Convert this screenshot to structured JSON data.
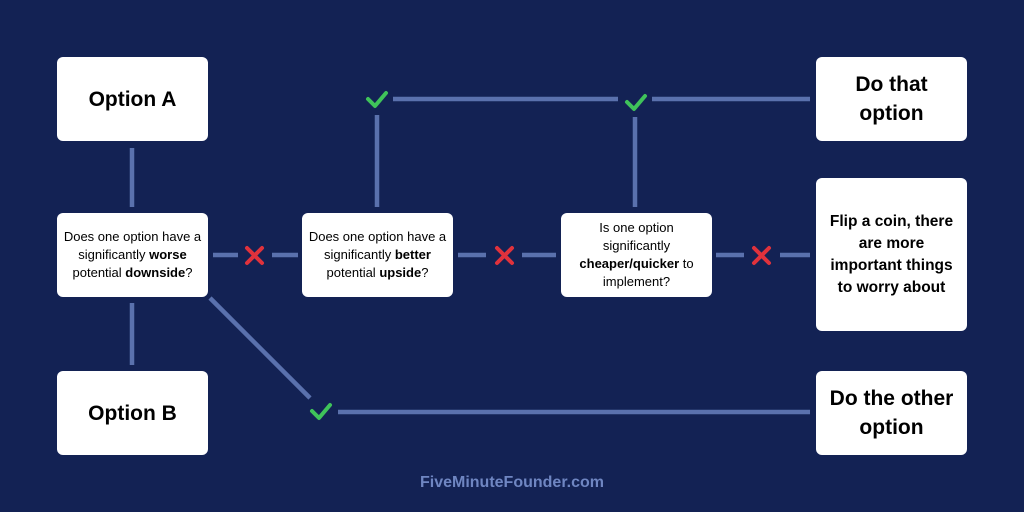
{
  "options": {
    "a": "Option A",
    "b": "Option B"
  },
  "questions": {
    "q1": {
      "pre": "Does one option have a significantly ",
      "bold1": "worse",
      "mid": " potential ",
      "bold2": "downside",
      "post": "?"
    },
    "q2": {
      "pre": "Does one option have a significantly ",
      "bold1": "better",
      "mid": " potential ",
      "bold2": "upside",
      "post": "?"
    },
    "q3": {
      "pre": "Is one option significantly ",
      "bold1": "cheaper/quicker",
      "post": " to implement?"
    }
  },
  "outcomes": {
    "do_that": "Do that option",
    "flip_coin": "Flip a coin, there are more important things to worry about",
    "do_other": "Do the other option"
  },
  "icons": [
    "check-icon",
    "cross-icon"
  ],
  "colors": {
    "background": "#132254",
    "connector": "#5a71ad",
    "check": "#3fc35a",
    "cross": "#e0323c",
    "footer": "#6f86c2"
  },
  "footer": "FiveMinuteFounder.com"
}
